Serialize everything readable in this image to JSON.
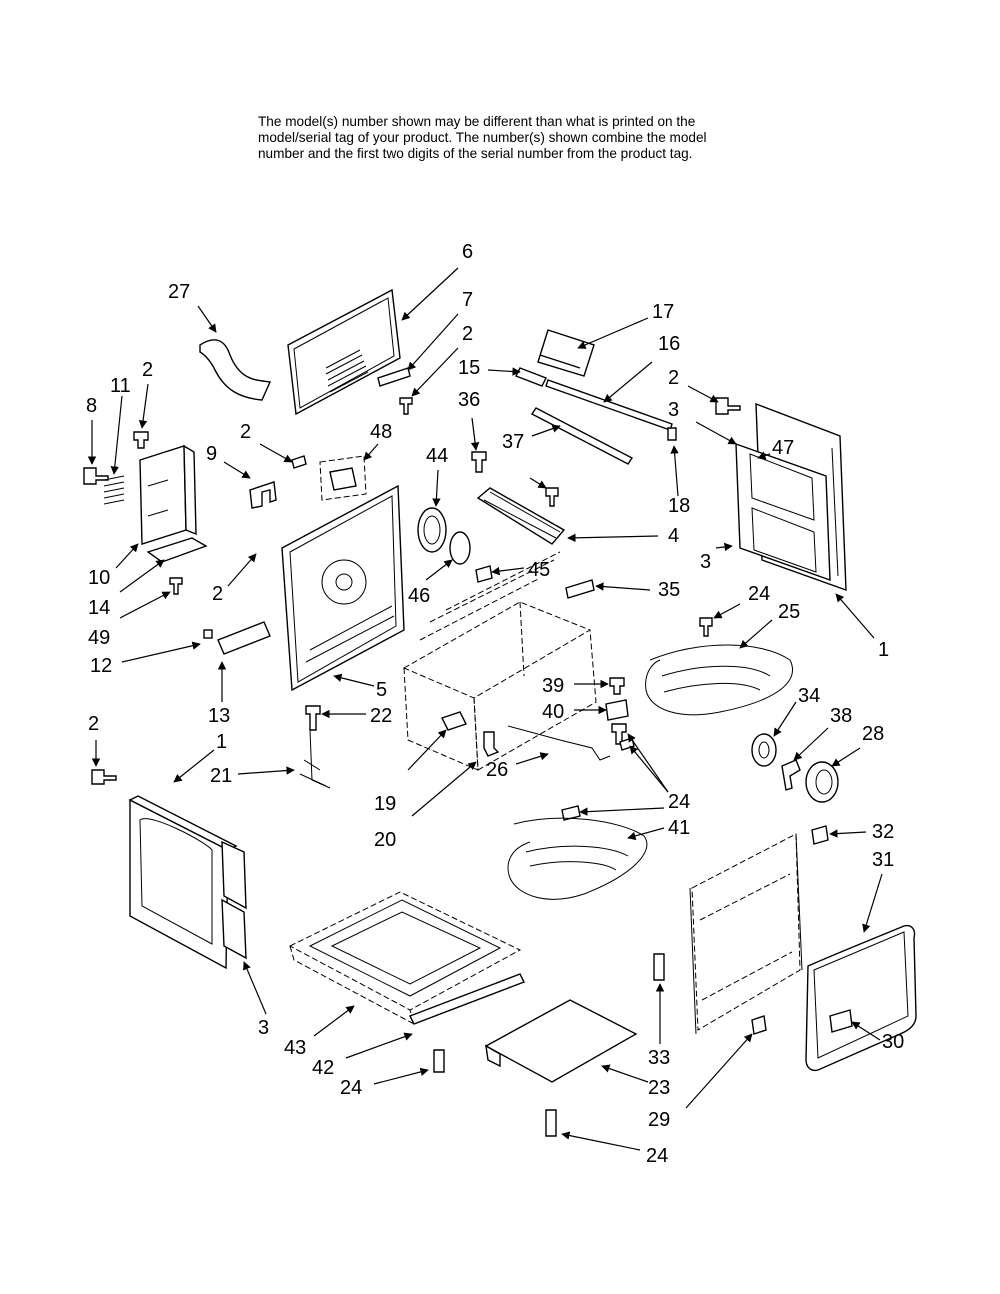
{
  "header": {
    "note_lines": [
      "The model(s) number shown may be different than what is printed on the",
      "model/serial tag of your product. The number(s) shown combine the model",
      "number and the first two digits of the serial number from the product tag."
    ]
  },
  "callouts": [
    "27",
    "6",
    "7",
    "2",
    "17",
    "16",
    "15",
    "2",
    "8",
    "11",
    "36",
    "37",
    "2",
    "3",
    "47",
    "2",
    "9",
    "48",
    "44",
    "18",
    "4",
    "3",
    "45",
    "35",
    "10",
    "14",
    "46",
    "24",
    "25",
    "2",
    "49",
    "1",
    "12",
    "39",
    "34",
    "38",
    "28",
    "13",
    "5",
    "22",
    "40",
    "2",
    "1",
    "21",
    "24",
    "19",
    "20",
    "26",
    "41",
    "32",
    "31",
    "3",
    "43",
    "33",
    "42",
    "23",
    "24",
    "29",
    "30",
    "24"
  ]
}
